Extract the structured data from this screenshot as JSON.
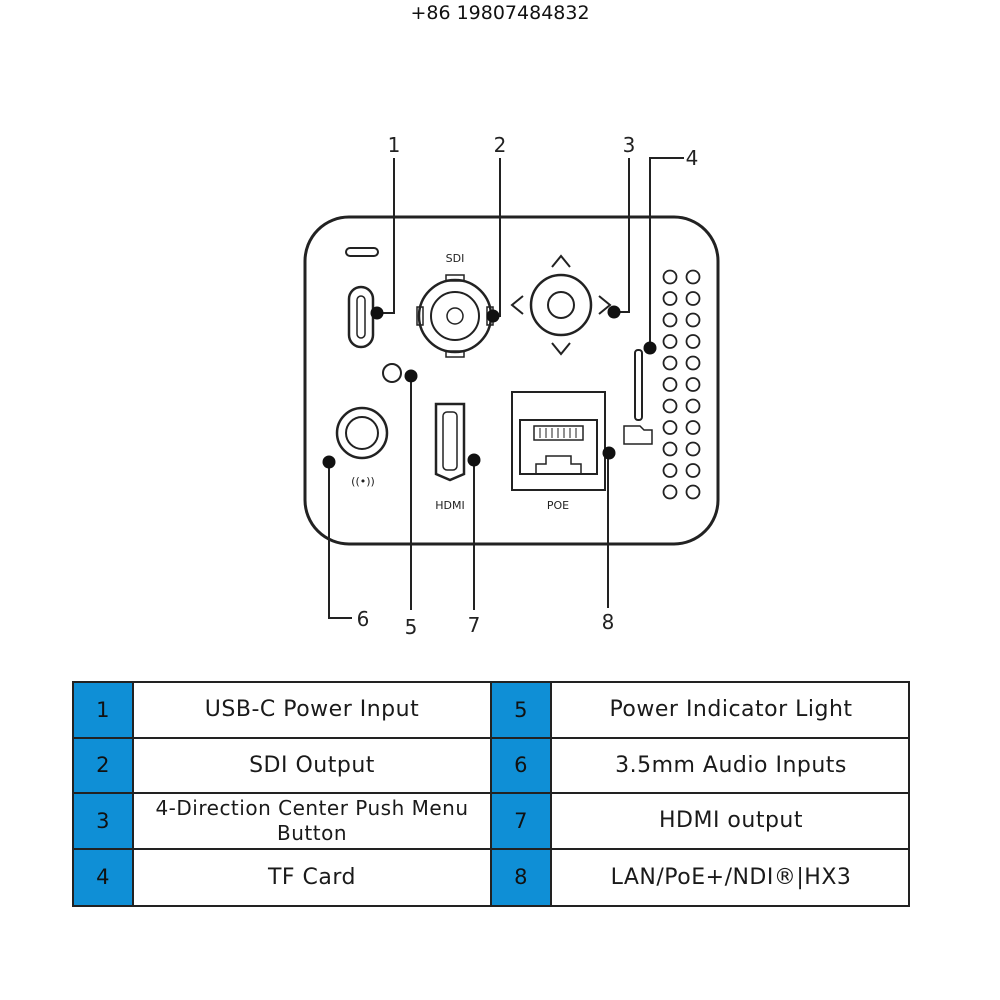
{
  "header": {
    "phone": "+86 19807484832"
  },
  "diagram": {
    "labels": {
      "sdi": "SDI",
      "hdmi": "HDMI",
      "poe": "POE",
      "audio": "((•))"
    },
    "callouts": [
      "1",
      "2",
      "3",
      "4",
      "5",
      "6",
      "7",
      "8"
    ]
  },
  "table": {
    "rows": [
      {
        "left_num": "1",
        "left_text": "USB-C Power Input",
        "right_num": "5",
        "right_text": "Power Indicator Light"
      },
      {
        "left_num": "2",
        "left_text": "SDI Output",
        "right_num": "6",
        "right_text": "3.5mm Audio Inputs"
      },
      {
        "left_num": "3",
        "left_text": "4-Direction Center Push Menu Button",
        "right_num": "7",
        "right_text": "HDMI output"
      },
      {
        "left_num": "4",
        "left_text": "TF Card",
        "right_num": "8",
        "right_text": "LAN/PoE+/NDI®|HX3"
      }
    ],
    "number_cell_color": "#0f8fd6"
  }
}
